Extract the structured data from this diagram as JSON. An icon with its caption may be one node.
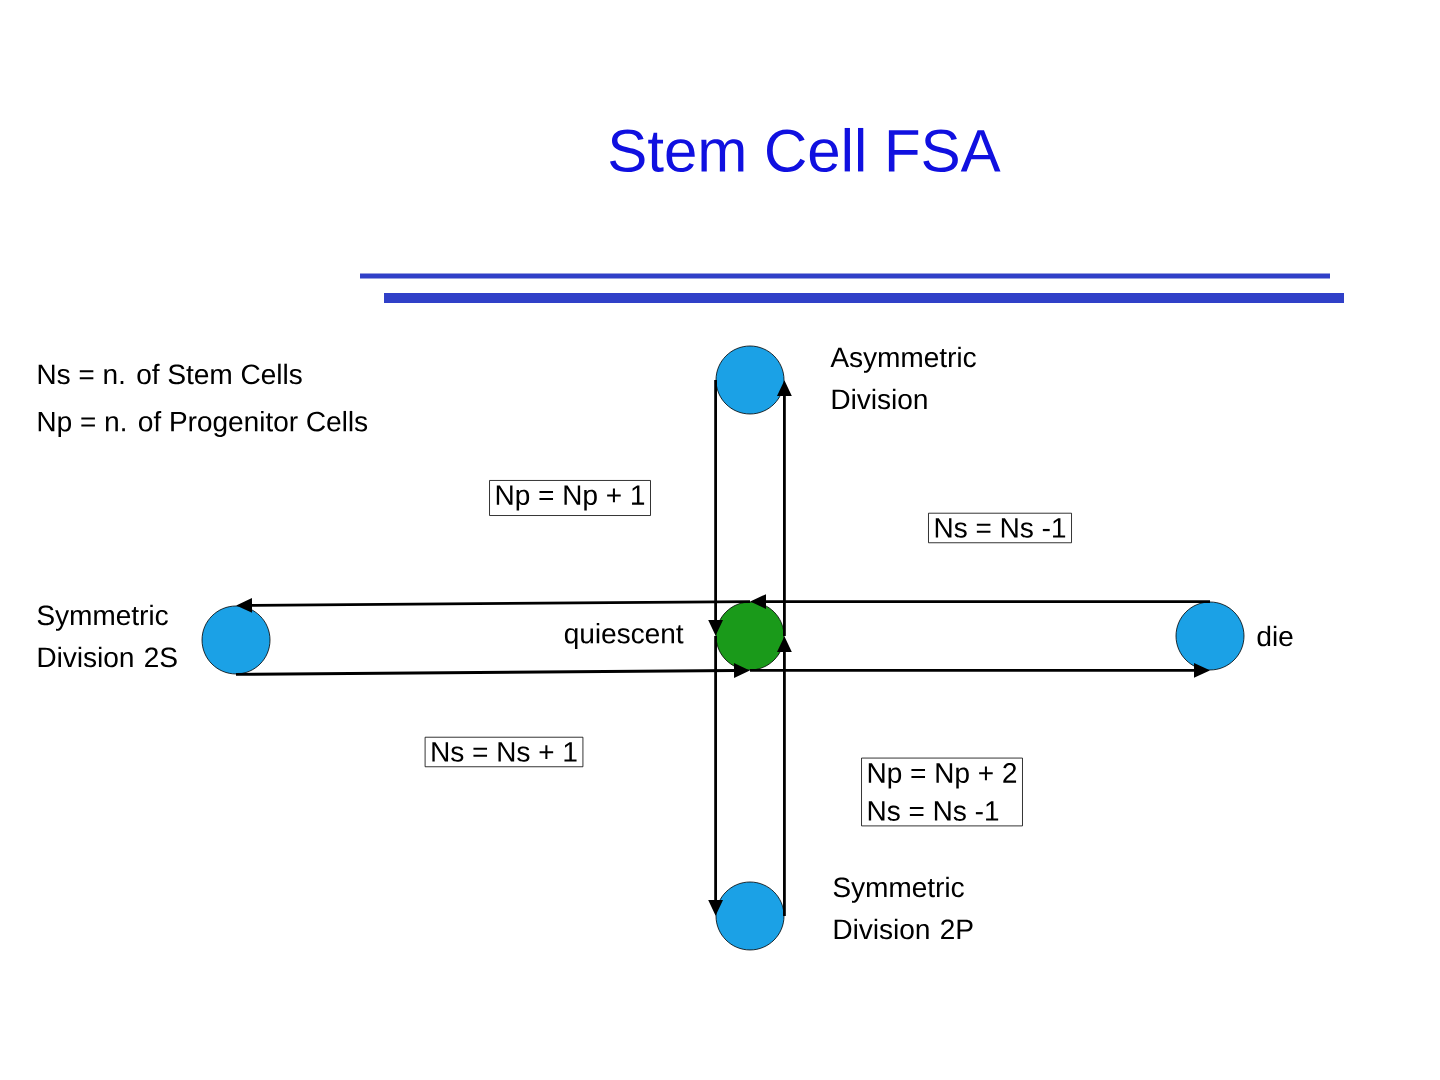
{
  "diagram": {
    "title": "Stem Cell FSA",
    "nodes": [
      {
        "text": [],
        "shape": "circle",
        "beside": [
          "Asymmetric Division"
        ]
      },
      {
        "text": [
          "Np = Np + 1"
        ]
      },
      {
        "text": [
          "Ns = Ns -1"
        ]
      },
      {
        "text": [],
        "shape": "circle",
        "beside": [
          "Symmetric Division 2S"
        ]
      },
      {
        "text": [],
        "shape": "circle",
        "beside": [
          "quiescent"
        ]
      },
      {
        "text": [],
        "shape": "circle",
        "beside": [
          "die"
        ]
      },
      {
        "text": [
          "Ns = Ns + 1"
        ]
      },
      {
        "text": [
          "Np = Np + 2",
          "Ns = Ns -1"
        ]
      },
      {
        "text": [],
        "shape": "circle",
        "beside": [
          "Symmetric Division 2P"
        ]
      }
    ],
    "edges": [
      {
        "from": 0,
        "to": 4,
        "arrow": "to"
      },
      {
        "from": 4,
        "to": 0,
        "arrow": "to"
      },
      {
        "from": 4,
        "to": 3,
        "arrow": "to"
      },
      {
        "from": 3,
        "to": 4,
        "arrow": "to"
      },
      {
        "from": 5,
        "to": 4,
        "arrow": "to"
      },
      {
        "from": 4,
        "to": 5,
        "arrow": "to"
      },
      {
        "from": 4,
        "to": 8,
        "arrow": "to"
      },
      {
        "from": 8,
        "to": 4,
        "arrow": "to"
      }
    ],
    "labels": [
      "Ns = n. of Stem Cells",
      "Np = n. of Progenitor Cells"
    ]
  }
}
